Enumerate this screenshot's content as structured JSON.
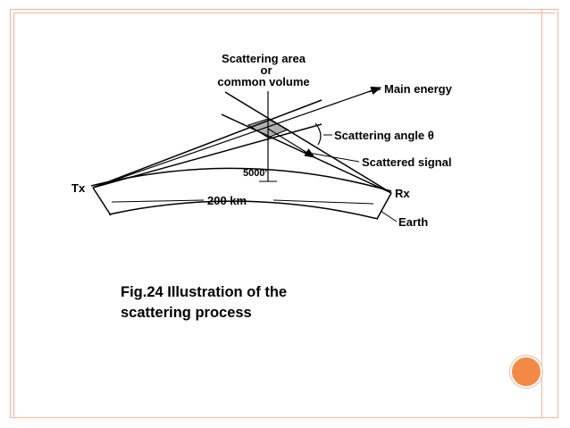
{
  "diagram": {
    "labels": {
      "scattering_area_line1": "Scattering area",
      "scattering_area_line2": "or",
      "scattering_area_line3": "common volume",
      "main_energy": "Main energy",
      "scattering_angle": "Scattering angle θ",
      "scattered_signal": "Scattered signal",
      "height": "5000'",
      "tx": "Tx",
      "rx": "Rx",
      "distance": "200 km",
      "earth": "Earth"
    }
  },
  "caption": {
    "line1": "Fig.24 Illustration of the",
    "line2": "scattering process"
  },
  "colors": {
    "frame": "#f5b39a",
    "accent_dot": "#f28a45",
    "common_volume_fill": "#b0b0b0"
  },
  "icons": {
    "accent": "orange-circle"
  }
}
